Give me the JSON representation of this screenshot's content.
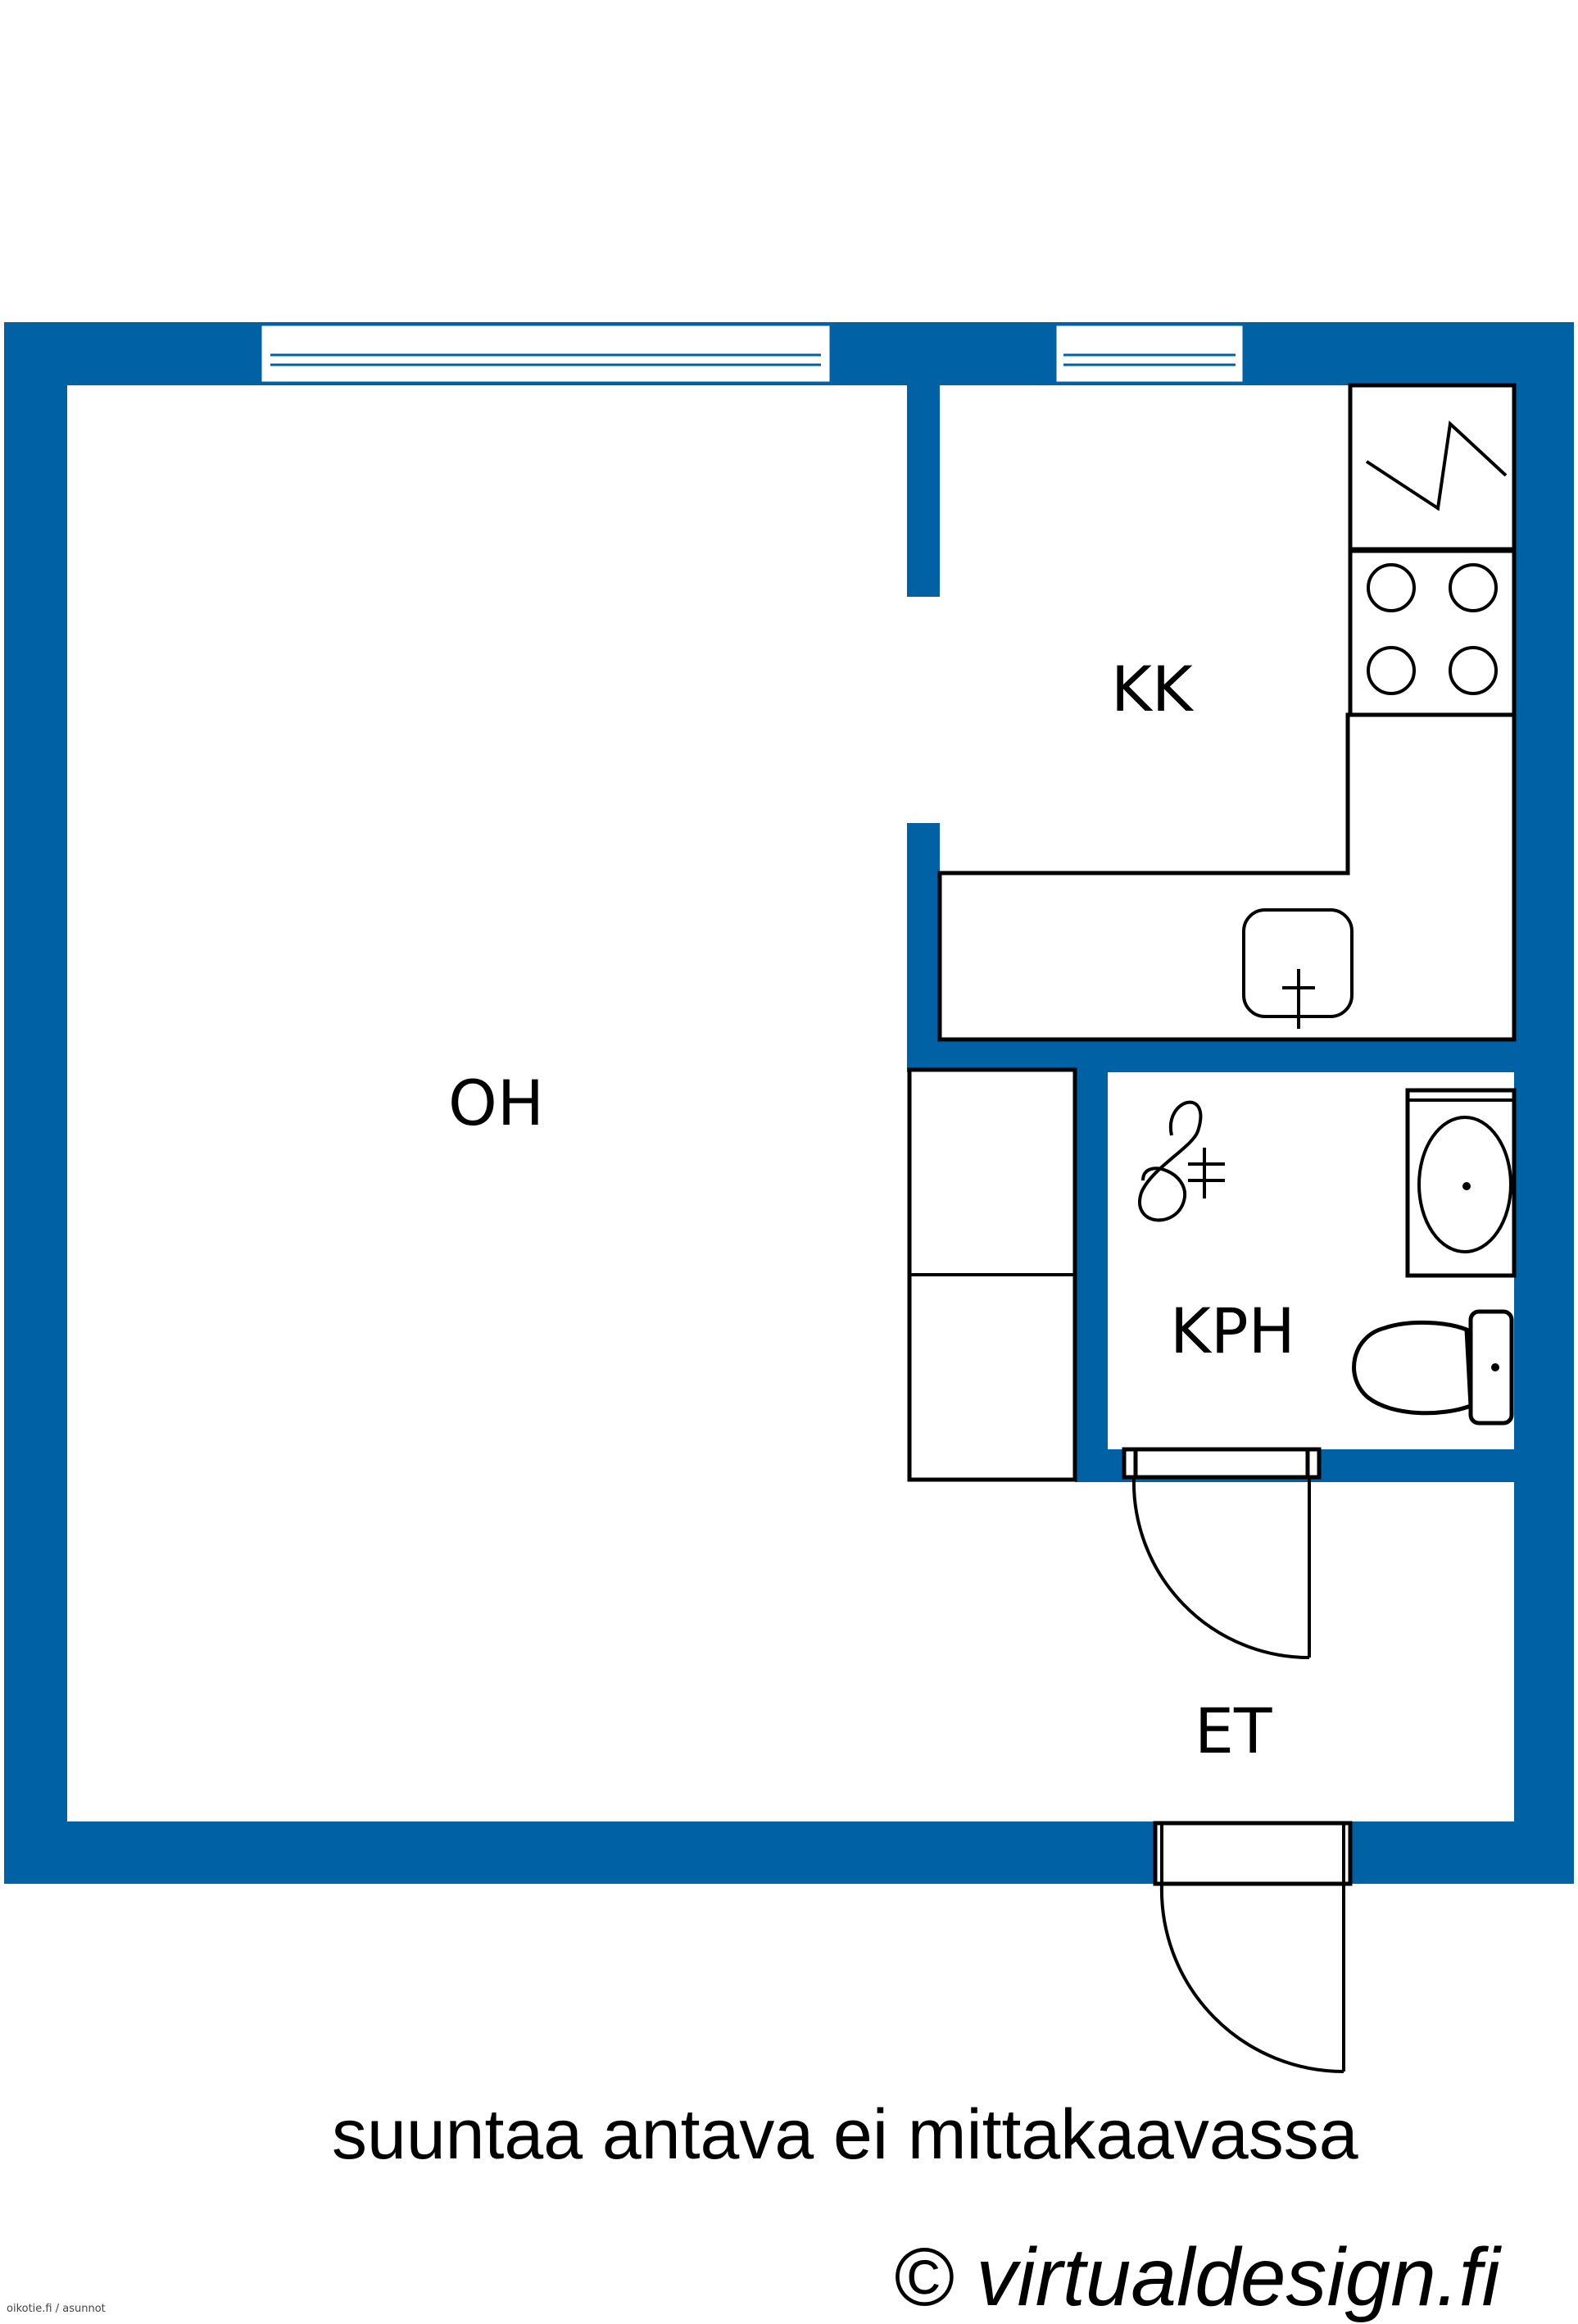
{
  "rooms": {
    "oh": "OH",
    "kk": "KK",
    "kph": "KPH",
    "et": "ET"
  },
  "footer": {
    "disclaimer": "suuntaa antava ei mittakaavassa",
    "copyright": "© virtualdesign.fi",
    "source_tag": "oikotie.fi / asunnot"
  },
  "colors": {
    "wall": "#0061a5",
    "line": "#000000",
    "background": "#ffffff"
  }
}
